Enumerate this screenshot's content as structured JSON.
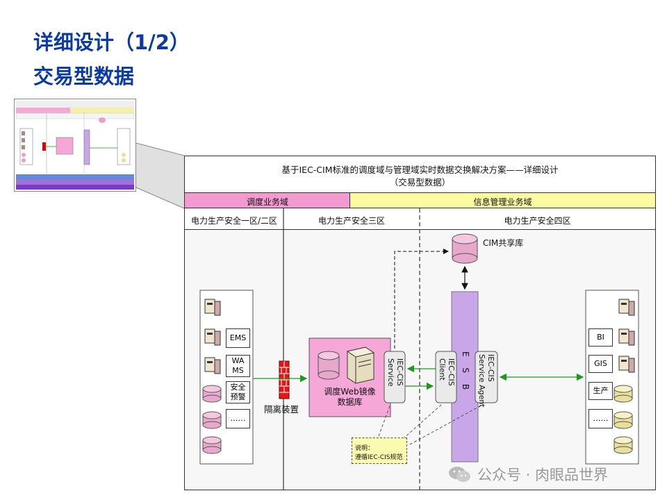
{
  "page": {
    "title_line1": "详细设计（1/2）",
    "title_line2": "交易型数据"
  },
  "diagram": {
    "header_line1": "基于IEC-CIM标准的调度域与管理域实时数据交换解决方案——详细设计",
    "header_line2": "（交易型数据）",
    "domains": [
      {
        "label": "调度业务域",
        "color": "#f39bd1"
      },
      {
        "label": "信息管理业务域",
        "color": "#fbfba0"
      }
    ],
    "zones": [
      "电力生产安全一区/二区",
      "电力生产安全三区",
      "电力生产安全四区"
    ],
    "left_systems": [
      "EMS",
      "WA\nMS",
      "安全\n预警",
      "……"
    ],
    "isolation_label": "隔离装置",
    "mirror_db_label": "调度Web镜像\n数据库",
    "iec_service_label": "IEC-CIS\nService",
    "iec_client_label": "IEC-CIS\nClient",
    "esb_letters": "E S B",
    "iec_agent_label": "IEC-CIS\nService Agent",
    "cim_label": "CIM共享库",
    "right_systems": [
      "BI",
      "GIS",
      "生产",
      "……"
    ],
    "note_line1": "说明：",
    "note_line2": "遵循IEC-CIS规范",
    "colors": {
      "pink": "#f5a8d8",
      "yellow": "#f5f0a8",
      "esb": "#c9a6e8",
      "arrow_green": "#1a9a1a",
      "title_blue": "#0a3aa8"
    }
  },
  "watermark": "公众号 · 肉眼品世界"
}
